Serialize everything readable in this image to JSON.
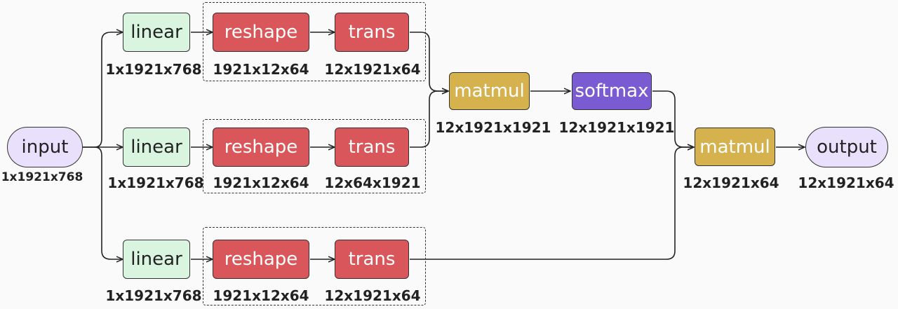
{
  "nodes": {
    "input": "input",
    "linear": "linear",
    "reshape": "reshape",
    "trans": "trans",
    "matmul": "matmul",
    "softmax": "softmax",
    "output": "output"
  },
  "labels": {
    "input": "1x1921x768",
    "branch1": {
      "linear": "1x1921x768",
      "reshape": "1921x12x64",
      "trans": "12x1921x64"
    },
    "branch2": {
      "linear": "1x1921x768",
      "reshape": "1921x12x64",
      "trans": "12x64x1921"
    },
    "branch3": {
      "linear": "1x1921x768",
      "reshape": "1921x12x64",
      "trans": "12x1921x64"
    },
    "matmul1": "12x1921x1921",
    "softmax": "12x1921x1921",
    "matmul2": "12x1921x64",
    "output": "12x1921x64"
  }
}
